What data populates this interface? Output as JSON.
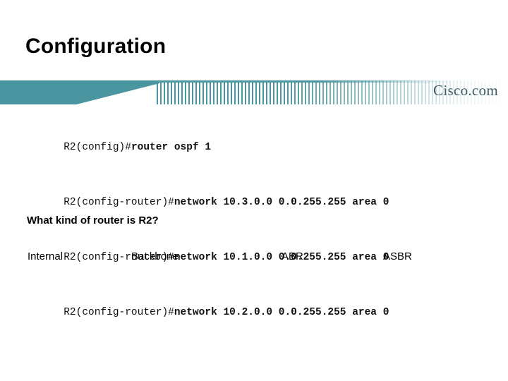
{
  "slide": {
    "title": "Configuration",
    "background_color": "#ffffff"
  },
  "banner": {
    "brand": "Cisco.com",
    "accent_color": "#4a96a0",
    "brand_color": "#3d5a62"
  },
  "console": {
    "lines": [
      {
        "prompt": "R2(config)#",
        "command": "router ospf 1"
      },
      {
        "prompt": "R2(config-router)#",
        "command": "network 10.3.0.0 0.0.255.255 area 0"
      },
      {
        "prompt": "R2(config-router)#",
        "command": "network 10.1.0.0 0.0.255.255 area 0"
      },
      {
        "prompt": "R2(config-router)#",
        "command": "network 10.2.0.0 0.0.255.255 area 0"
      }
    ]
  },
  "quiz": {
    "question": "What kind of router is R2?",
    "options": [
      {
        "label": "Internal"
      },
      {
        "label": "Backbone"
      },
      {
        "label": "ABR"
      },
      {
        "label": "ASBR"
      }
    ]
  }
}
